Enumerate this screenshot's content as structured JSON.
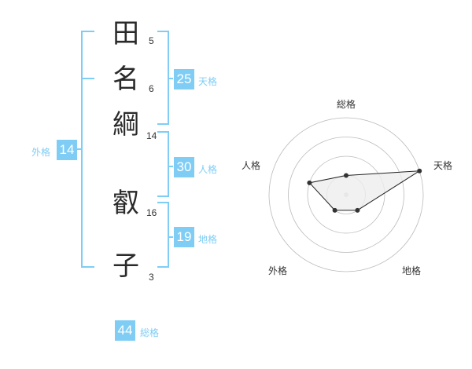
{
  "name": {
    "characters": [
      {
        "char": "田",
        "strokes": "5"
      },
      {
        "char": "名",
        "strokes": "6"
      },
      {
        "char": "綱",
        "strokes": "14"
      },
      {
        "char": "叡",
        "strokes": "16"
      },
      {
        "char": "子",
        "strokes": "3"
      }
    ]
  },
  "fortunes": {
    "tenkaku": {
      "value": "25",
      "label": "天格"
    },
    "jinkaku": {
      "value": "30",
      "label": "人格"
    },
    "chikaku": {
      "value": "19",
      "label": "地格"
    },
    "gaikaku": {
      "value": "14",
      "label": "外格"
    },
    "soukaku": {
      "value": "44",
      "label": "総格"
    }
  },
  "colors": {
    "accent": "#7fcdf5",
    "bracket": "#7fcdf5",
    "radar_grid": "#bbbbbb",
    "radar_fill": "#eeeeee",
    "radar_point": "#333333"
  },
  "chart_data": {
    "type": "radar",
    "axes": [
      "総格",
      "天格",
      "地格",
      "外格",
      "人格"
    ],
    "rings": 4,
    "scale_max": 4,
    "values": [
      1,
      4,
      1,
      1,
      2
    ]
  }
}
